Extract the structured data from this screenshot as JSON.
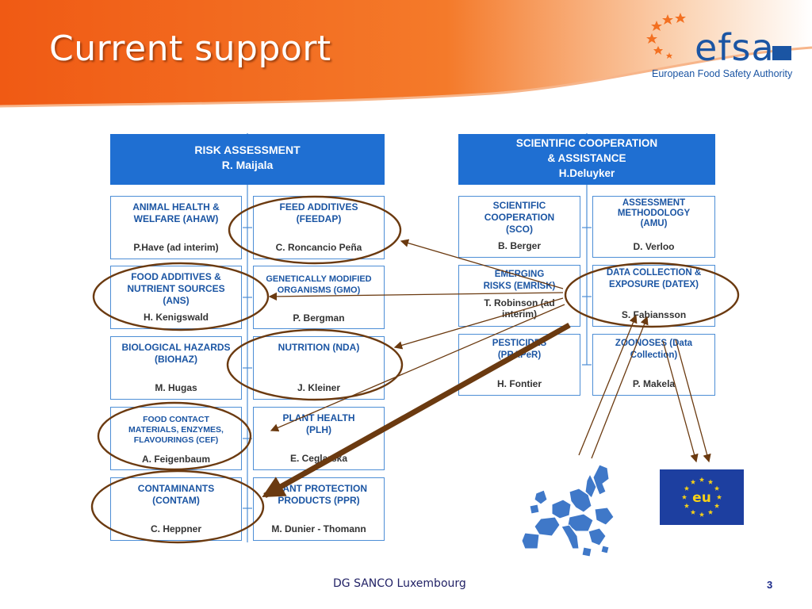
{
  "slide": {
    "title": "Current support",
    "footer": "DG SANCO Luxembourg",
    "page_number": "3"
  },
  "logo": {
    "wordmark": "efsa",
    "subtitle": "European Food Safety Authority",
    "icon": "star-arc-icon"
  },
  "risk_assessment": {
    "header_line1": "RISK ASSESSMENT",
    "header_line2": "R. Maijala",
    "units": [
      {
        "name": "ANIMAL HEALTH & WELFARE (AHAW)",
        "head": "P.Have (ad interim)"
      },
      {
        "name": "FEED ADDITIVES (FEEDAP)",
        "head": "C. Roncancio Peña"
      },
      {
        "name": "FOOD ADDITIVES & NUTRIENT SOURCES (ANS)",
        "head": "H. Kenigswald"
      },
      {
        "name": "GENETICALLY MODIFIED ORGANISMS (GMO)",
        "head": "P. Bergman"
      },
      {
        "name": "BIOLOGICAL HAZARDS (BIOHAZ)",
        "head": "M. Hugas"
      },
      {
        "name": "NUTRITION (NDA)",
        "head": "J. Kleiner"
      },
      {
        "name": "FOOD CONTACT MATERIALS, ENZYMES, FLAVOURINGS (CEF)",
        "head": "A. Feigenbaum"
      },
      {
        "name": "PLANT HEALTH (PLH)",
        "head": "E. Ceglarska"
      },
      {
        "name": "CONTAMINANTS (CONTAM)",
        "head": "C. Heppner"
      },
      {
        "name": "PLANT PROTECTION PRODUCTS (PPR)",
        "head": "M. Dunier - Thomann"
      }
    ]
  },
  "scientific_cooperation": {
    "header_line1": "SCIENTIFIC COOPERATION",
    "header_line2": "& ASSISTANCE",
    "header_line3": "H.Deluyker",
    "units": [
      {
        "name": "SCIENTIFIC COOPERATION (SCO)",
        "head": "B. Berger"
      },
      {
        "name": "ASSESSMENT METHODOLOGY (AMU)",
        "head": "D. Verloo"
      },
      {
        "name": "EMERGING RISKS (EMRISK)",
        "head": "T. Robinson (ad interim)"
      },
      {
        "name": "DATA COLLECTION & EXPOSURE (DATEX)",
        "head": "S. Fabiansson"
      },
      {
        "name": "PESTICIDES (PRAPeR)",
        "head": "H. Fontier"
      },
      {
        "name": "ZOONOSES (Data Collection)",
        "head": "P. Makela"
      }
    ]
  },
  "eu_flag": {
    "label": "eu"
  },
  "colors": {
    "header_orange": "#f26f1f",
    "box_blue": "#1f6fd2",
    "text_blue": "#1b55a3",
    "arrow_brown": "#6b3a10"
  }
}
